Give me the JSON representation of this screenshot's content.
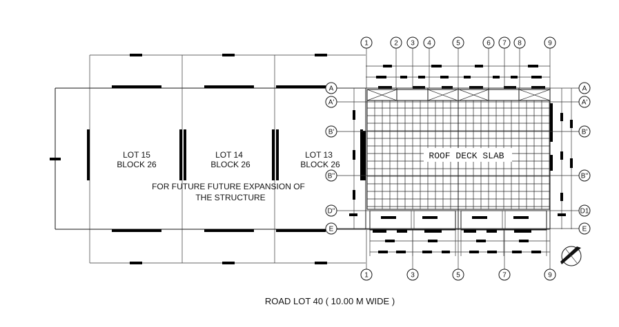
{
  "lots": [
    {
      "lot": "LOT 15",
      "block": "BLOCK 26"
    },
    {
      "lot": "LOT 14",
      "block": "BLOCK 26"
    },
    {
      "lot": "LOT 13",
      "block": "BLOCK 26"
    }
  ],
  "expansion_note": {
    "line1": "FOR FUTURE FUTURE EXPANSION OF",
    "line2": "THE STRUCTURE"
  },
  "roof_label": "ROOF DECK SLAB",
  "road_label": "ROAD LOT  40 ( 10.00 M WIDE )",
  "grid_top": [
    "1",
    "2",
    "3",
    "4",
    "5",
    "6",
    "7",
    "8",
    "9"
  ],
  "grid_bottom": [
    "1",
    "3",
    "5",
    "7",
    "9"
  ],
  "grid_left": [
    "A",
    "A'",
    "B'",
    "B''",
    "D''",
    "E"
  ],
  "grid_right": [
    "A",
    "A'",
    "B'",
    "B''",
    "D1",
    "E"
  ]
}
